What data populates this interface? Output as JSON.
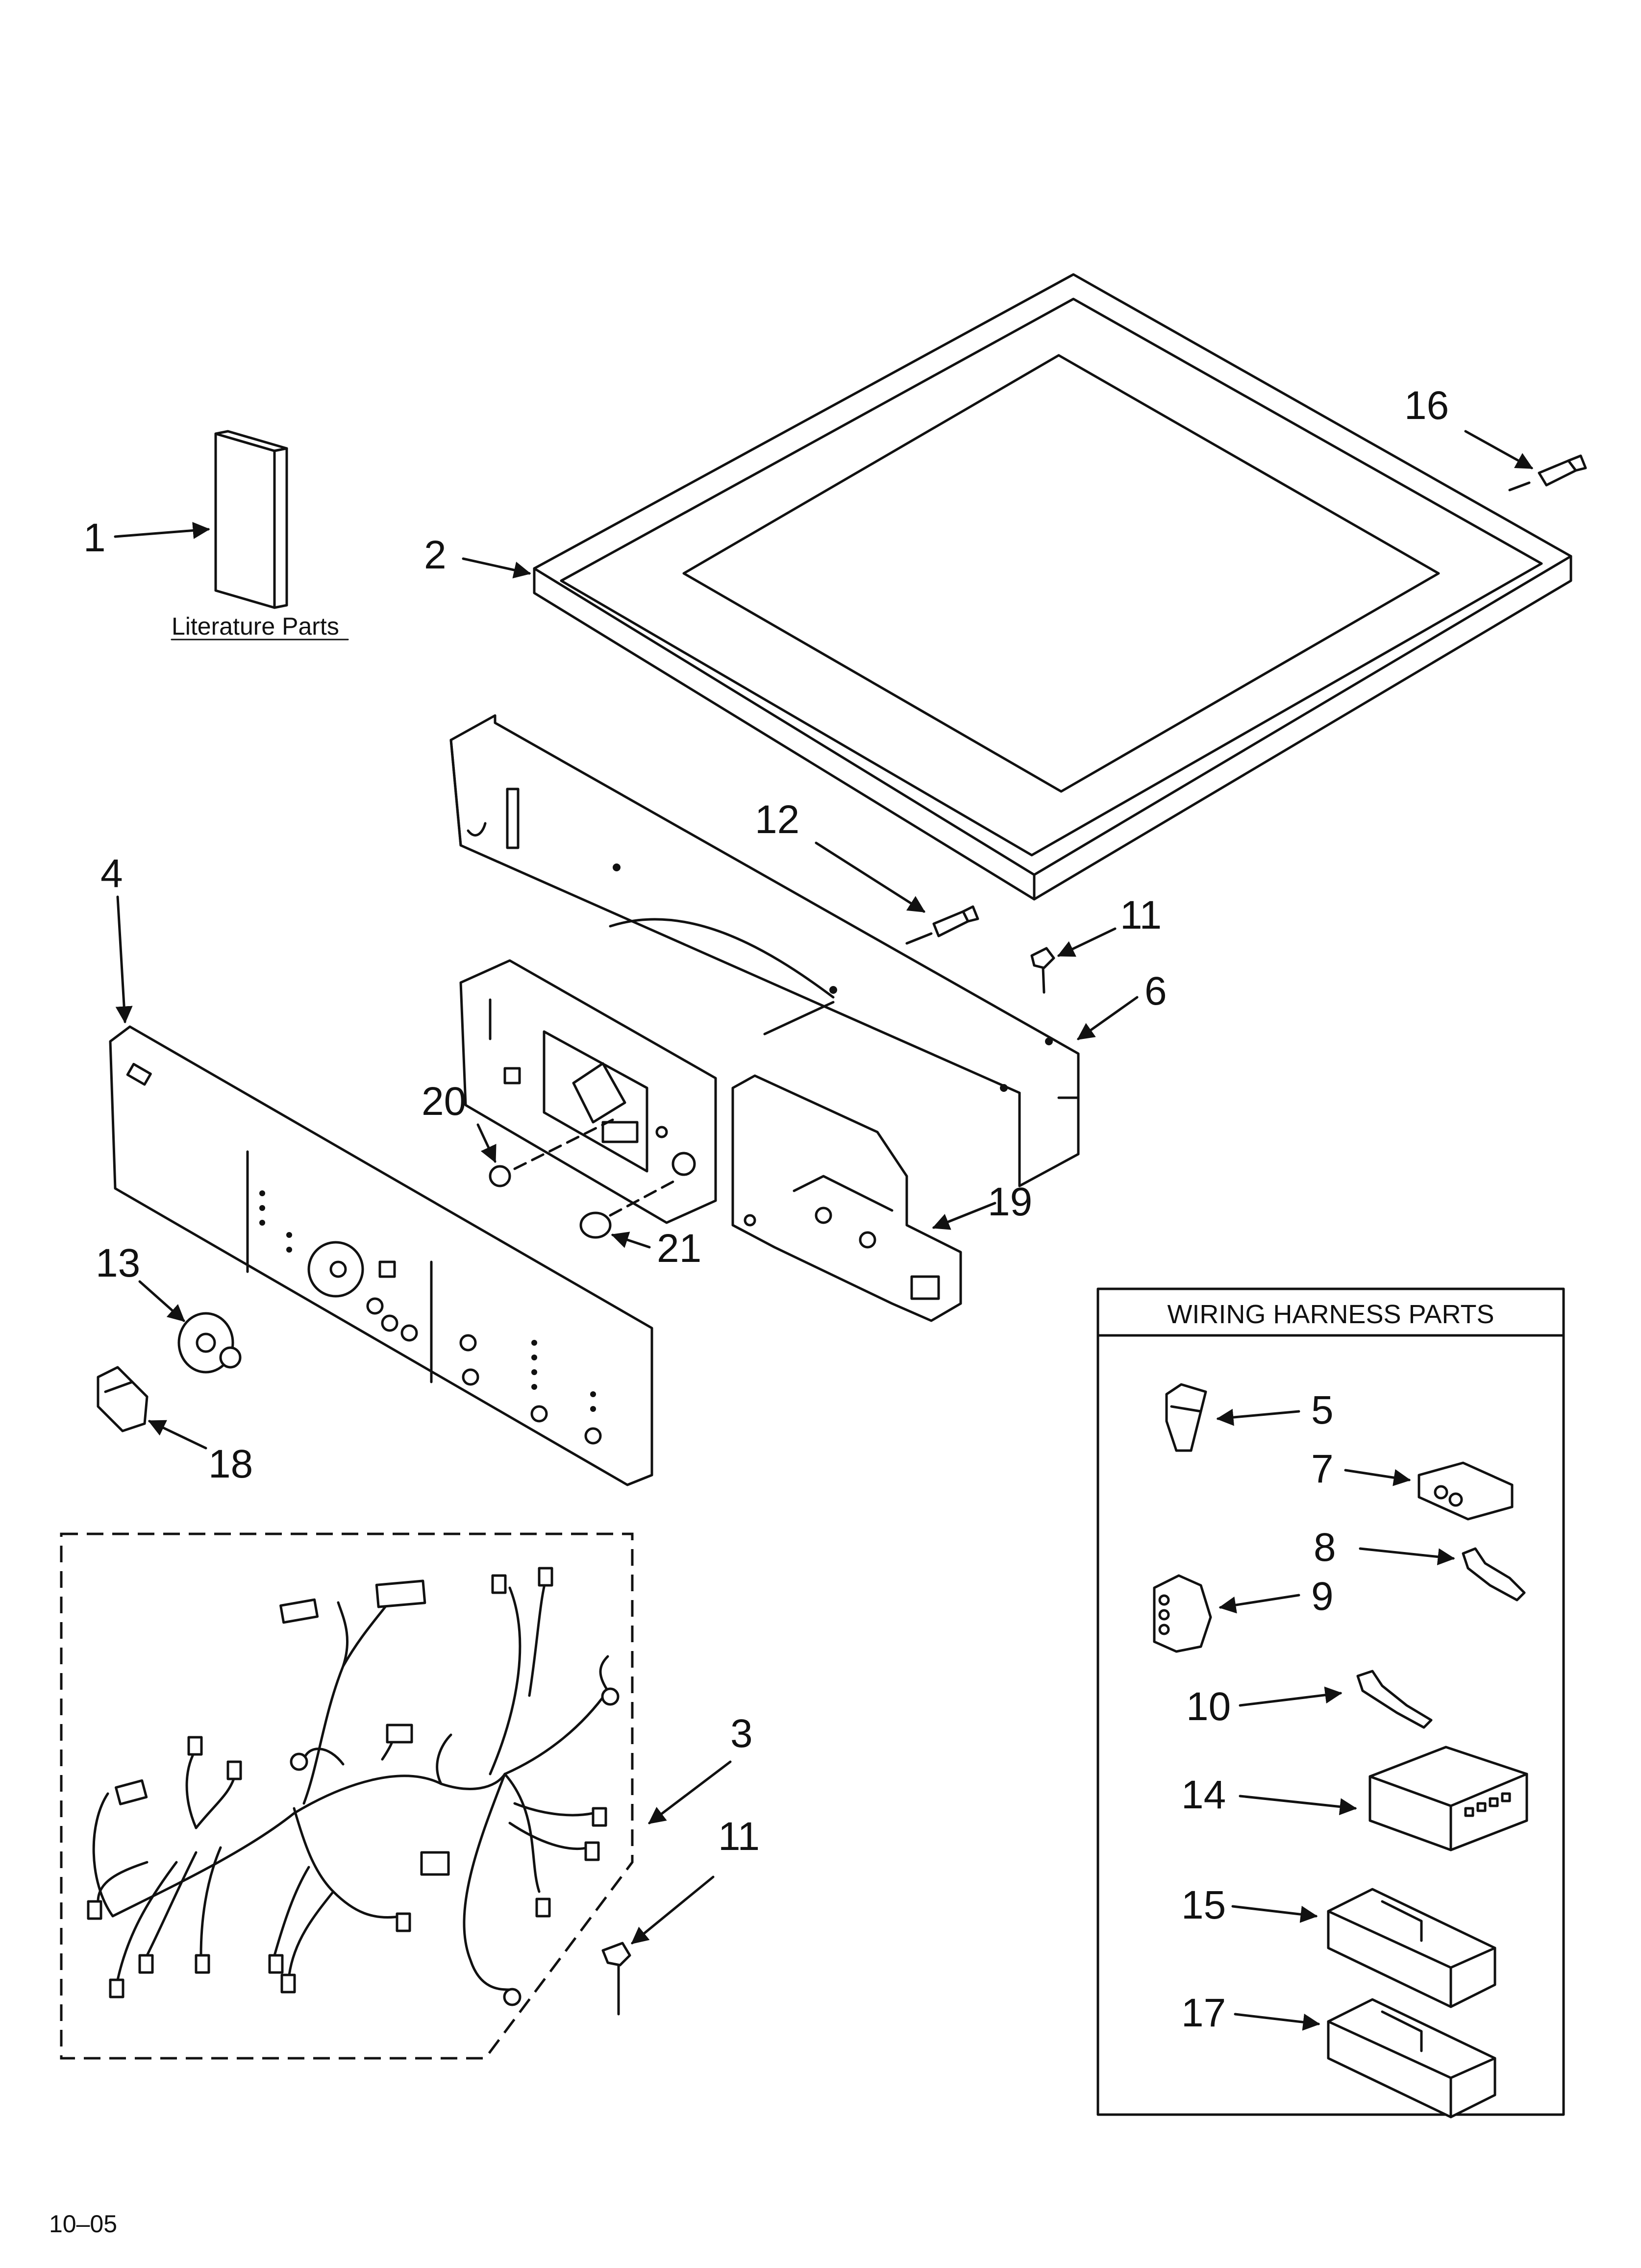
{
  "caption": "Literature Parts",
  "wiring_box_title": "WIRING HARNESS PARTS",
  "footer_code": "10–05",
  "callouts": {
    "c1": "1",
    "c2": "2",
    "c3": "3",
    "c4": "4",
    "c5": "5",
    "c6": "6",
    "c7": "7",
    "c8": "8",
    "c9": "9",
    "c10": "10",
    "c11a": "11",
    "c11b": "11",
    "c12": "12",
    "c13": "13",
    "c14": "14",
    "c15": "15",
    "c16": "16",
    "c17": "17",
    "c18": "18",
    "c19": "19",
    "c20": "20",
    "c21": "21"
  }
}
